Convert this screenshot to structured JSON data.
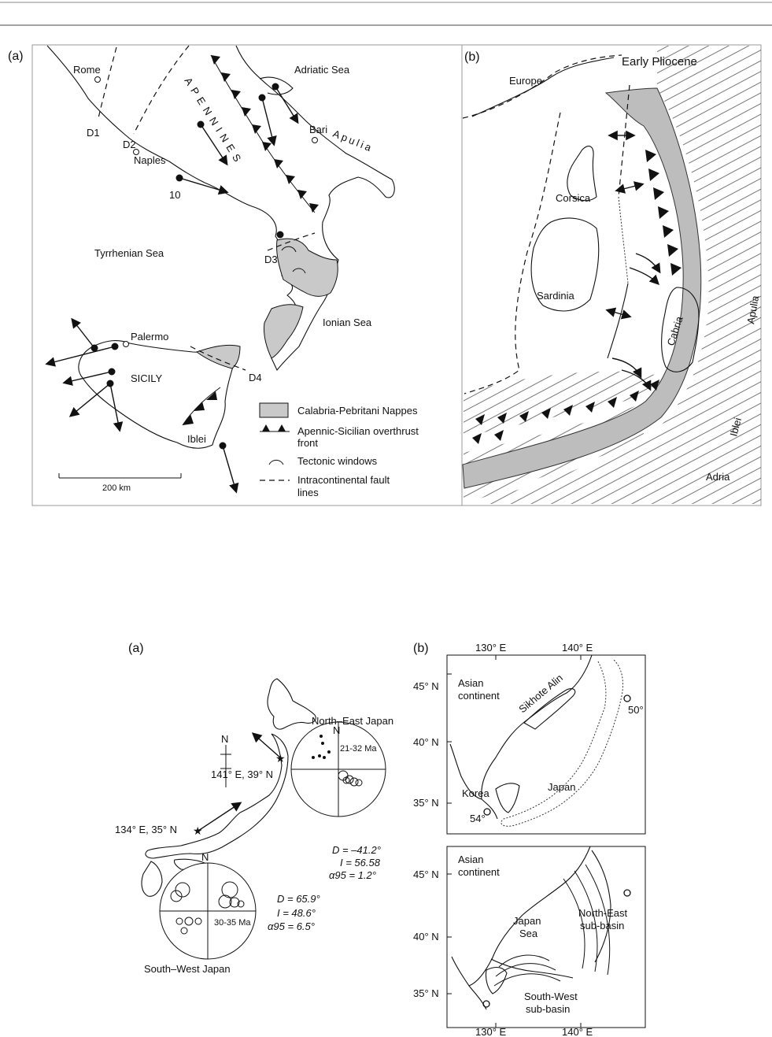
{
  "fig1": {
    "a": {
      "panel_label": "(a)",
      "places": {
        "rome": "Rome",
        "naples": "Naples",
        "bari": "Bari",
        "palermo": "Palermo",
        "sicily": "SICILY",
        "iblei": "Iblei",
        "apulia": "Apulia",
        "apennines": "APENNINES",
        "adriatic": "Adriatic Sea",
        "tyrrhenian": "Tyrrhenian Sea",
        "ionian": "Ionian Sea"
      },
      "faults": {
        "d1": "D1",
        "d2": "D2",
        "d3": "D3",
        "d4": "D4"
      },
      "site_number": "10",
      "legend": {
        "nappes": "Calabria-Pebritani Nappes",
        "front_line1": "Apennic-Sicilian overthrust",
        "front_line2": "front",
        "windows": "Tectonic windows",
        "faults_line1": "Intracontinental fault",
        "faults_line2": "lines"
      },
      "scale": "200 km"
    },
    "b": {
      "panel_label": "(b)",
      "title": "Early Pliocene",
      "places": {
        "europe": "Europe",
        "corsica": "Corsica",
        "sardinia": "Sardinia",
        "cabria": "Cabria",
        "apulia": "Apulia",
        "iblei": "Iblei",
        "adria": "Adria"
      }
    }
  },
  "fig2": {
    "a": {
      "panel_label": "(a)",
      "north": "N",
      "site_ne": "141° E, 39° N",
      "site_sw": "134° E, 35° N",
      "ne_title": "North–East Japan",
      "ne_age": "21-32 Ma",
      "ne_stats": {
        "d": "D = –41.2°",
        "i": "I = 56.58",
        "a": "α95 = 1.2°"
      },
      "sw_title": "South–West Japan",
      "sw_age": "30-35 Ma",
      "sw_stats": {
        "d": "D = 65.9°",
        "i": "I = 48.6°",
        "a": "α95 = 6.5°"
      }
    },
    "b": {
      "panel_label": "(b)",
      "top": {
        "lon1": "130° E",
        "lon2": "140° E",
        "lat45": "45° N",
        "lat40": "40° N",
        "lat35": "35° N",
        "asian_line1": "Asian",
        "asian_line2": "continent",
        "sikhote": "Sikhote Alin",
        "korea": "Korea",
        "japan": "Japan",
        "val50": "50°",
        "val54": "54°"
      },
      "bottom": {
        "lon1": "130° E",
        "lon2": "140° E",
        "lat45": "45° N",
        "lat40": "40° N",
        "lat35": "35° N",
        "asian_line1": "Asian",
        "asian_line2": "continent",
        "sea_line1": "Japan",
        "sea_line2": "Sea",
        "ne_line1": "North-East",
        "ne_line2": "sub-basin",
        "sw_line1": "South-West",
        "sw_line2": "sub-basin"
      }
    }
  }
}
